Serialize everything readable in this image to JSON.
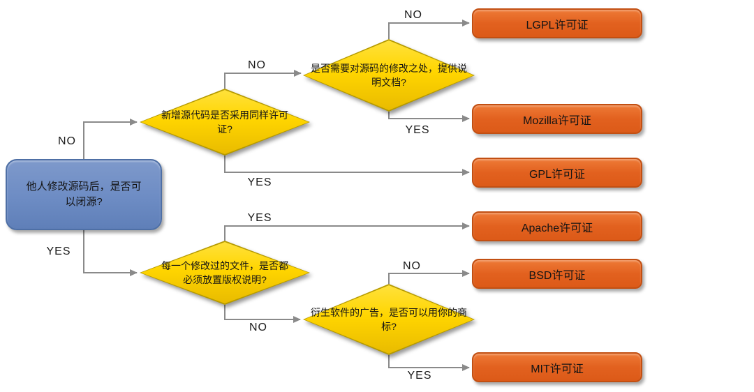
{
  "colors": {
    "result_fill": "#E2611F",
    "result_fill_light": "#EE7A36",
    "result_border": "#C24F12",
    "decision_fill": "#FFD500",
    "decision_fill_light": "#FFE13B",
    "decision_fill_dark": "#E9BB00",
    "decision_border": "#B59A00",
    "start_fill": "#6D8CC4",
    "start_fill_light": "#7E99CB",
    "start_fill_dark": "#5F7FB8",
    "start_border": "#4E6FA5",
    "connector": "#8A8A8A",
    "label_text": "#1A1A1A"
  },
  "flowchart": {
    "start": {
      "label": "他人修改源码后，是否可以闭源?"
    },
    "decisions": {
      "same_license": {
        "label": "新增源代码是否采用同样许可证?"
      },
      "docs_required": {
        "label": "是否需要对源码的修改之处，提供说明文档?"
      },
      "copyright_notice": {
        "label": "每一个修改过的文件，是否都必须放置版权说明?"
      },
      "trademark_ads": {
        "label": "衍生软件的广告，是否可以用你的商标?"
      }
    },
    "results": {
      "lgpl": {
        "label": "LGPL许可证"
      },
      "mozilla": {
        "label": "Mozilla许可证"
      },
      "gpl": {
        "label": "GPL许可证"
      },
      "apache": {
        "label": "Apache许可证"
      },
      "bsd": {
        "label": "BSD许可证"
      },
      "mit": {
        "label": "MIT许可证"
      }
    },
    "edge_labels": {
      "start_no": "NO",
      "start_yes": "YES",
      "same_license_no": "NO",
      "same_license_yes": "YES",
      "docs_required_no": "NO",
      "docs_required_yes": "YES",
      "copyright_notice_yes": "YES",
      "copyright_notice_no": "NO",
      "trademark_ads_no": "NO",
      "trademark_ads_yes": "YES"
    }
  }
}
